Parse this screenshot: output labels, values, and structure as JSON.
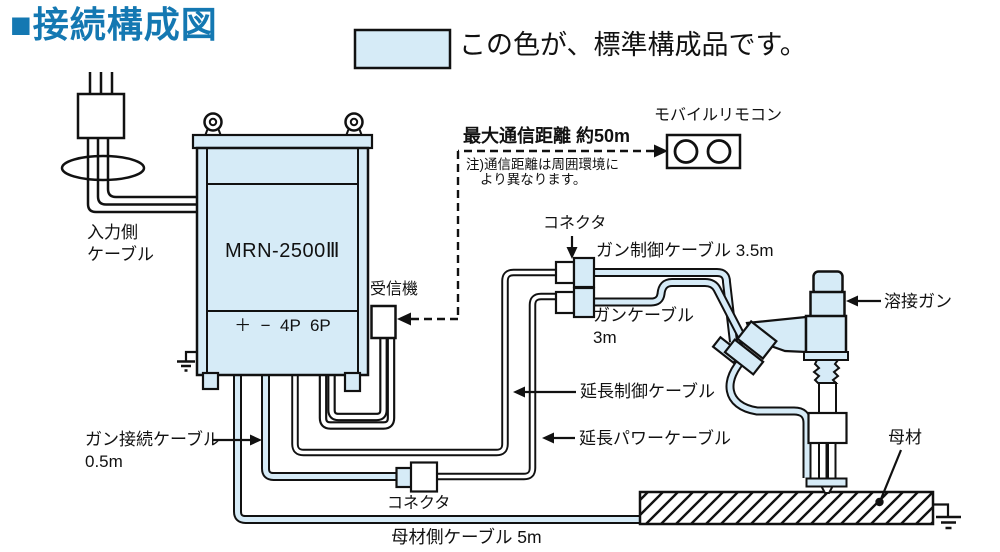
{
  "colors": {
    "accent": "#1478b2",
    "standard_fill": "#d6ebf7",
    "line": "#111111"
  },
  "title": "■接続構成図",
  "legend": {
    "text": "この色が、標準構成品です。"
  },
  "power_unit": {
    "model": "MRN-2500Ⅲ",
    "terminals": "＋  −  4P  6P"
  },
  "labels": {
    "input_cable_line1": "入力側",
    "input_cable_line2": "ケーブル",
    "receiver": "受信機",
    "remote": "モバイルリモコン",
    "max_distance": "最大通信距離 約50m",
    "note_line1": "注)通信距離は周囲環境に",
    "note_line2": "より異なります。",
    "connector_top": "コネクタ",
    "gun_control_cable": "ガン制御ケーブル 3.5m",
    "gun_cable_line1": "ガンケーブル",
    "gun_cable_line2": "3m",
    "ext_control_cable": "延長制御ケーブル",
    "ext_power_cable": "延長パワーケーブル",
    "gun_connect_cable_line1": "ガン接続ケーブル",
    "gun_connect_cable_line2": "0.5m",
    "connector_bottom": "コネクタ",
    "base_side_cable": "母材側ケーブル 5m",
    "welding_gun": "溶接ガン",
    "base_material": "母材"
  }
}
